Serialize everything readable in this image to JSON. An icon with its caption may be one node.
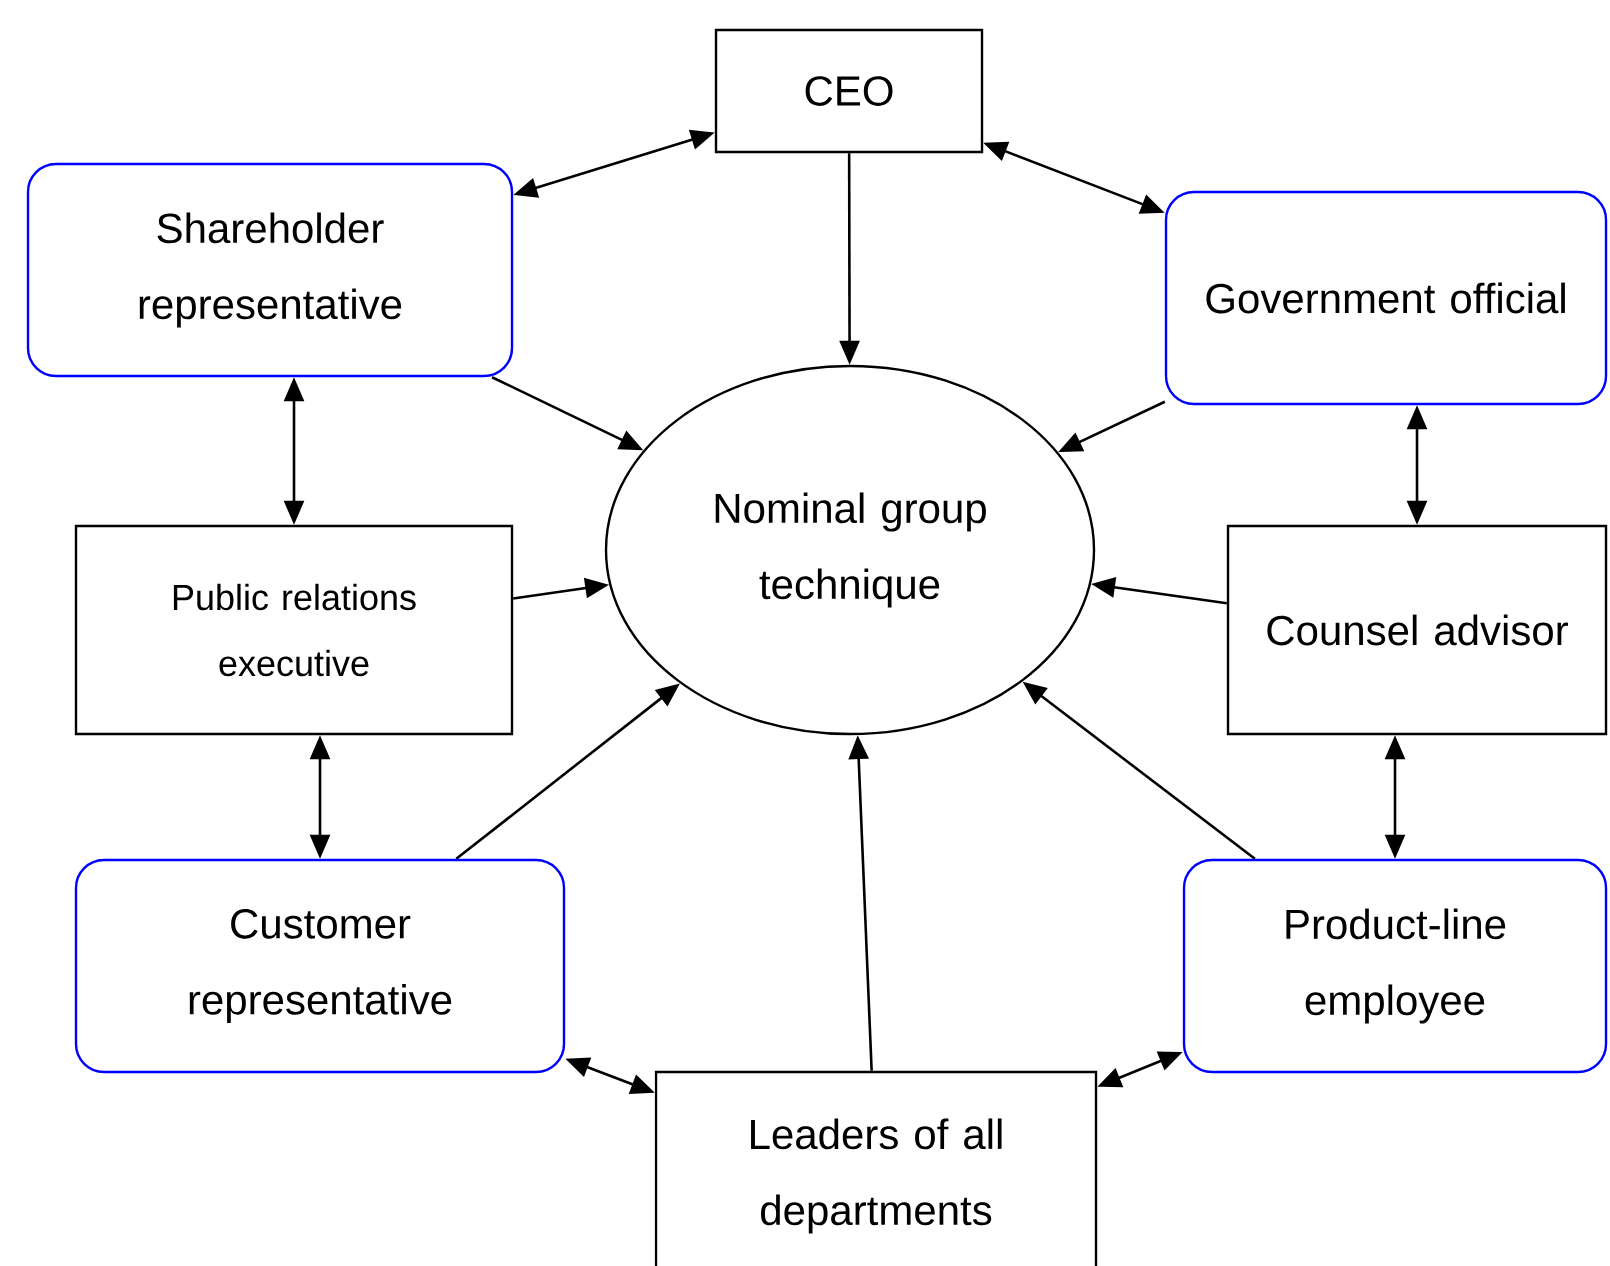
{
  "diagram": {
    "nodes": [
      {
        "text": [
          "CEO"
        ]
      },
      {
        "text": [
          "Shareholder representative"
        ]
      },
      {
        "text": [
          "Government official"
        ]
      },
      {
        "text": [
          "Nominal group technique"
        ]
      },
      {
        "text": [
          "Public relations executive"
        ]
      },
      {
        "text": [
          "Counsel advisor"
        ]
      },
      {
        "text": [
          "Customer representative"
        ]
      },
      {
        "text": [
          "Product-line employee"
        ]
      },
      {
        "text": [
          "Leaders of all departments"
        ]
      }
    ],
    "edges": [
      {
        "from": 0,
        "to": 1,
        "arrow": "both"
      },
      {
        "from": 0,
        "to": 2,
        "arrow": "both"
      },
      {
        "from": 0,
        "to": 3,
        "arrow": "to"
      },
      {
        "from": 1,
        "to": 3,
        "arrow": "to"
      },
      {
        "from": 2,
        "to": 3,
        "arrow": "to"
      },
      {
        "from": 1,
        "to": 4,
        "arrow": "both"
      },
      {
        "from": 2,
        "to": 5,
        "arrow": "both"
      },
      {
        "from": 4,
        "to": 3,
        "arrow": "to"
      },
      {
        "from": 5,
        "to": 3,
        "arrow": "to"
      },
      {
        "from": 4,
        "to": 6,
        "arrow": "both"
      },
      {
        "from": 5,
        "to": 7,
        "arrow": "both"
      },
      {
        "from": 6,
        "to": 3,
        "arrow": "to"
      },
      {
        "from": 7,
        "to": 3,
        "arrow": "to"
      },
      {
        "from": 8,
        "to": 3,
        "arrow": "to"
      },
      {
        "from": 6,
        "to": 8,
        "arrow": "both"
      },
      {
        "from": 7,
        "to": 8,
        "arrow": "both"
      }
    ]
  }
}
